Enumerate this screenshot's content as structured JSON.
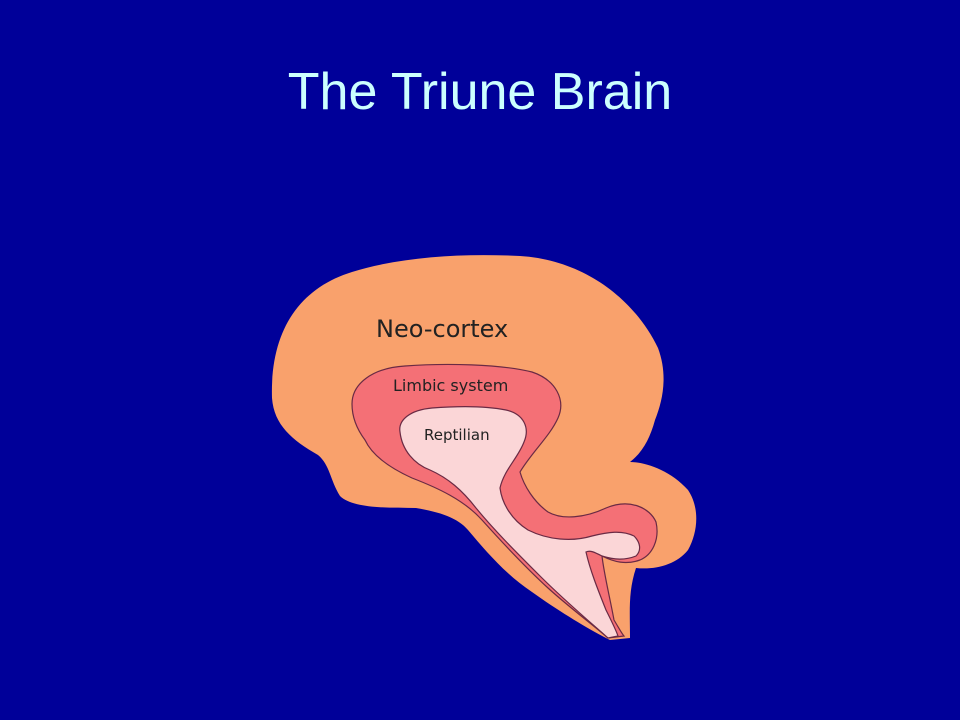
{
  "slide": {
    "title": "The Triune Brain"
  },
  "diagram": {
    "colors": {
      "background": "#000099",
      "title": "#ccffff",
      "neocortex": "#f9a16c",
      "limbic": "#f47076",
      "reptilian": "#fbd6d7",
      "outline": "#6a2a44"
    },
    "layers": [
      {
        "id": "neocortex",
        "label": "Neo-cortex"
      },
      {
        "id": "limbic",
        "label": "Limbic system"
      },
      {
        "id": "reptilian",
        "label": "Reptilian"
      }
    ]
  }
}
